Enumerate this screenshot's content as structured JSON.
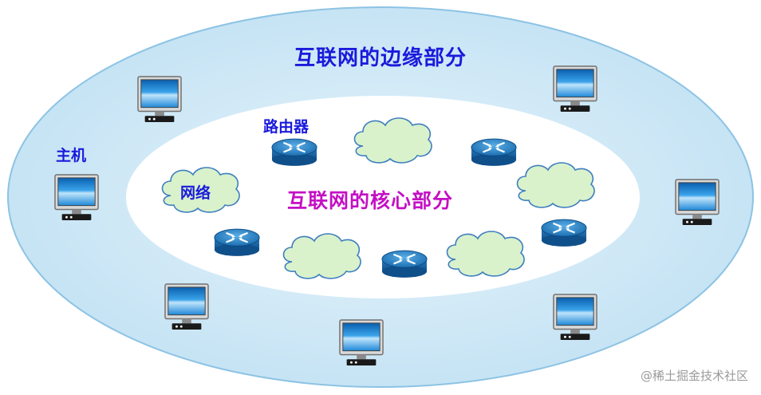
{
  "labels": {
    "edge": "互联网的边缘部分",
    "core": "互联网的核心部分",
    "host": "主机",
    "router": "路由器",
    "network": "网络"
  },
  "watermark": "@稀土掘金技术社区",
  "colors": {
    "outer_fill": "#c8e4f4",
    "inner_fill": "#ffffff",
    "cloud_fill": "#d9f2cc",
    "cloud_stroke": "#3f7fbf",
    "router_fill": "#1f6fb0",
    "monitor_screen": "#1e88d8",
    "edge_text": "#1a1adc",
    "core_text": "#c40fc4"
  },
  "icons": [
    "host-computer-icon",
    "router-icon",
    "network-cloud-icon"
  ]
}
